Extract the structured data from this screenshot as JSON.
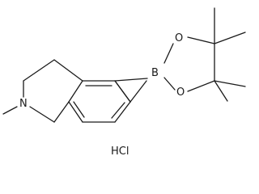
{
  "structure": {
    "atom_labels": {
      "nitrogen": "N",
      "boron": "B",
      "oxygen_top": "O",
      "oxygen_bottom": "O"
    },
    "salt_label": "HCl"
  }
}
